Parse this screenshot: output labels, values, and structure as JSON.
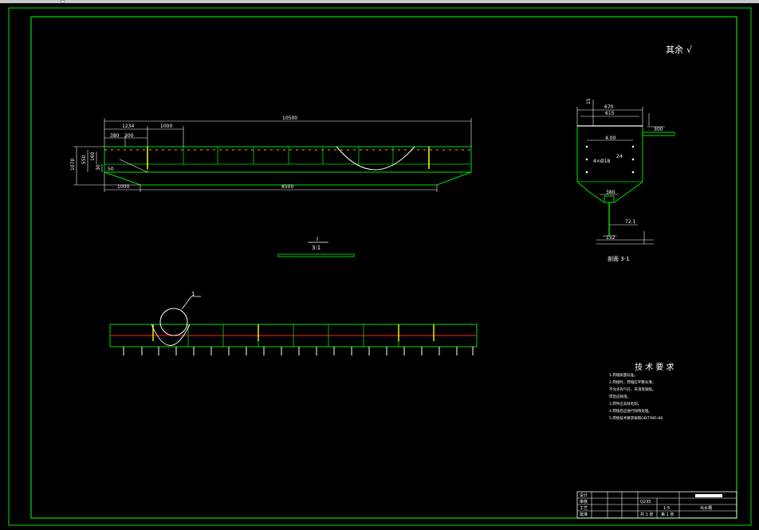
{
  "window": {
    "title": ""
  },
  "drawing": {
    "roughness_note": "其余",
    "roughness_symbol": "√",
    "section_view_label": "剖面 3-1",
    "detail_marker": "I",
    "detail_scale": "3:1",
    "callout_number": "1",
    "dims_top_view": {
      "overall": "10500",
      "d1": "1234",
      "d2": "1000",
      "d3": "380",
      "d4": "300",
      "h1": "1070",
      "h2": "550",
      "h3": "160",
      "h4": "30",
      "h5": "50",
      "bottom_left": "1000",
      "bottom_main": "8500"
    },
    "dims_section": {
      "w1": "670",
      "w2": "615",
      "t1": "15",
      "side": "300",
      "inner": "4.00",
      "bolt": "4×Ø18",
      "ang": "24",
      "base": "380",
      "stub": "72.1",
      "foot": "152"
    }
  },
  "tech_requirements": {
    "title": "技 术 要 求",
    "items": [
      "1.焊缝质量标准。",
      "2.焊接时，焊缝应平整光滑，",
      "  不允许有气孔、夹渣等缺陷。",
      "  焊后应除渣。",
      "3.焊件应去除毛刺。",
      "4.焊接后应进行除锈处理。",
      "5.焊接技术要求按照GB/T985-88"
    ]
  },
  "title_block": {
    "row1": [
      "设计",
      "",
      "Q235",
      "",
      ""
    ],
    "row2": [
      "审核",
      "",
      "",
      "",
      ""
    ],
    "row3": [
      "工艺",
      "",
      "1:5",
      "",
      "出水槽"
    ],
    "row4": [
      "批准",
      "",
      "共 1 张",
      "第 1 张",
      ""
    ],
    "material": "Q235",
    "scale": "1:5",
    "name": "出水槽",
    "sheets_total": "共 1 张",
    "sheet_no": "第 1 张"
  },
  "colors": {
    "frame": "#00e000",
    "lines": "#ffffff",
    "yellow": "#ffff00",
    "red": "#ff2020",
    "background": "#000000"
  }
}
